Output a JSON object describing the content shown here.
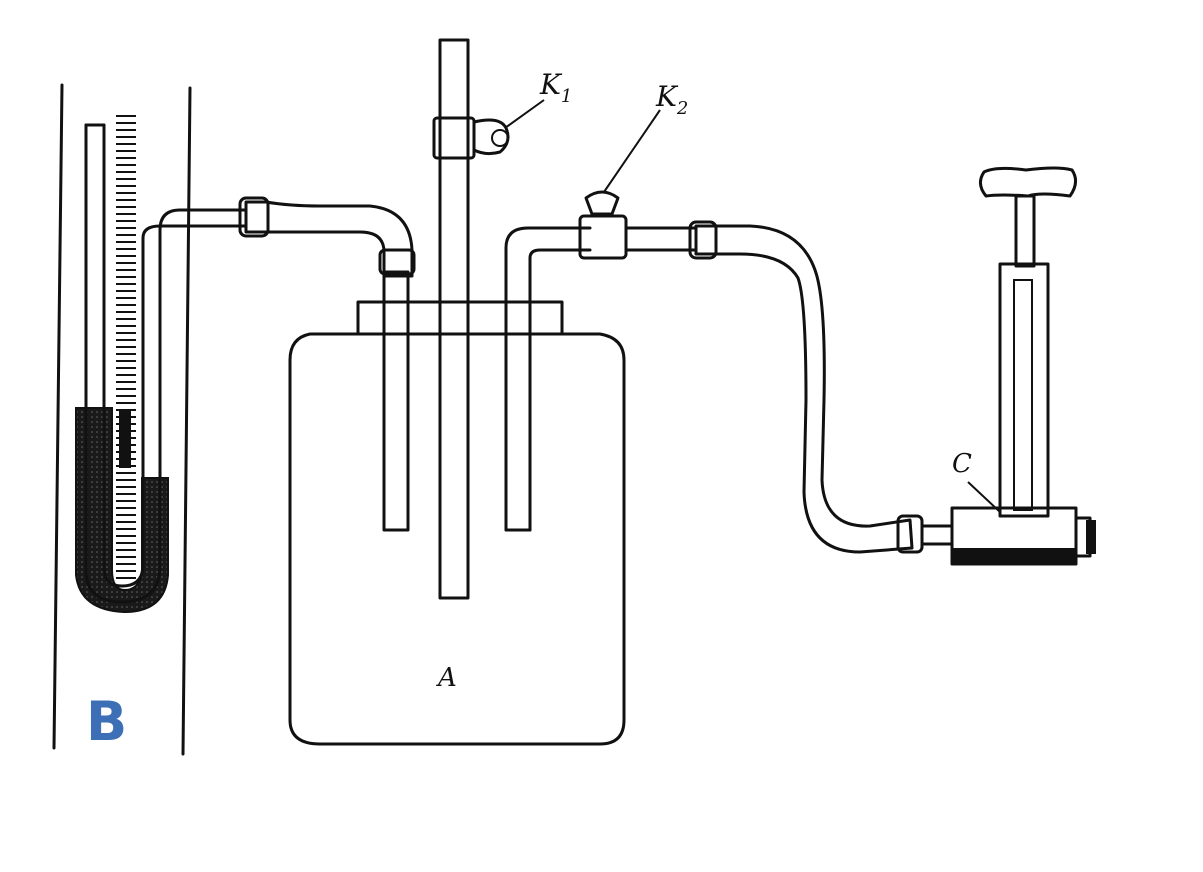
{
  "labels": {
    "vessel": "A",
    "manometer": "B",
    "pump": "C",
    "tap_k1_main": "K",
    "tap_k1_sub": "1",
    "tap_k2_main": "K",
    "tap_k2_sub": "2"
  },
  "colors": {
    "ink": "#111111",
    "handwriting": "#3c6fb5",
    "background": "#ffffff"
  }
}
